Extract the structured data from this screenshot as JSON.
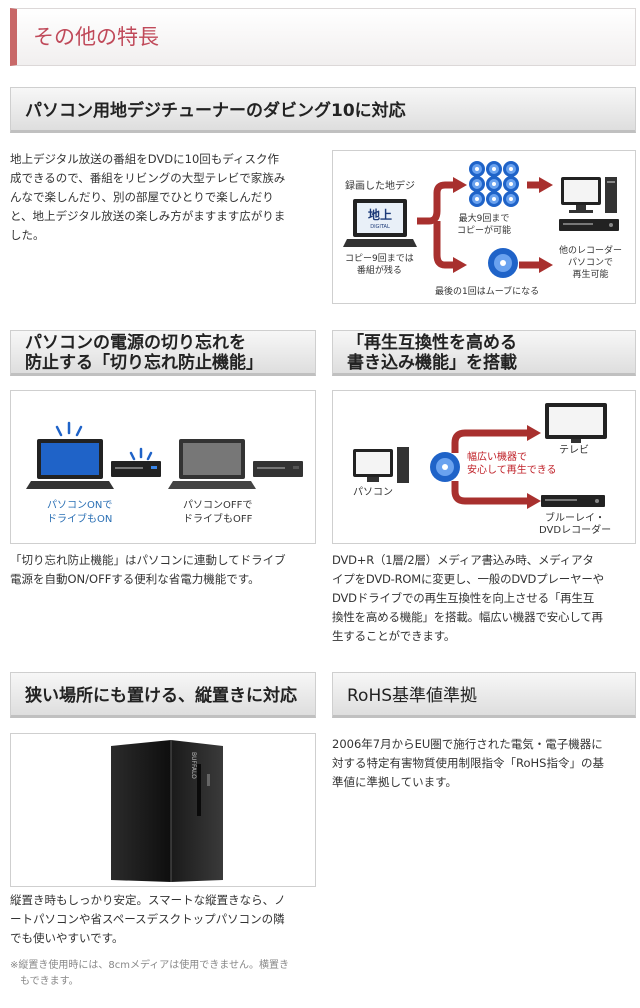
{
  "header": {
    "title": "その他の特長"
  },
  "sections": {
    "dubbing": {
      "heading": "パソコン用地デジチューナーのダビング10に対応",
      "body": [
        "地上デジタル放送の番組をDVDに10回もディスク作",
        "成できるので、番組をリビングの大型テレビで家族み",
        "んなで楽しんだり、別の部屋でひとりで楽しんだり",
        "と、地上デジタル放送の楽しみ方がますます広がりま",
        "した。"
      ],
      "diagram": {
        "recorded": "録画した地デジ",
        "copy_left": [
          "コピー9回までは",
          "番組が残る"
        ],
        "max_copy": [
          "最大9回まで",
          "コピーが可能"
        ],
        "other": [
          "他のレコーダー",
          "パソコンで",
          "再生可能"
        ],
        "last": "最後の1回はムーブになる",
        "screen_logo": "地上",
        "screen_sub": "DIGITAL"
      }
    },
    "power": {
      "heading": [
        "パソコンの電源の切り忘れを",
        "防止する「切り忘れ防止機能」"
      ],
      "body": [
        "「切り忘れ防止機能」はパソコンに連動してドライブ",
        "電源を自動ON/OFFする便利な省電力機能です。"
      ],
      "diagram": {
        "on_label": [
          "パソコンONで",
          "ドライブもON"
        ],
        "off_label": [
          "パソコンOFFで",
          "ドライブもOFF"
        ]
      }
    },
    "compat": {
      "heading": [
        "「再生互換性を高める",
        "書き込み機能」を搭載"
      ],
      "body": [
        "DVD+R（1層/2層）メディア書込み時、メディアタ",
        "イプをDVD-ROMに変更し、一般のDVDプレーヤーや",
        "DVDドライブでの再生互換性を向上させる「再生互",
        "換性を高める機能」を搭載。幅広い機器で安心して再",
        "生することができます。"
      ],
      "diagram": {
        "tv": "テレビ",
        "pc": "パソコン",
        "note": [
          "幅広い機器で",
          "安心して再生できる"
        ],
        "bluray": [
          "ブルーレイ・",
          "DVDレコーダー"
        ]
      }
    },
    "vertical": {
      "heading": "狭い場所にも置ける、縦置きに対応",
      "body": [
        "縦置き時もしっかり安定。スマートな縦置きなら、ノ",
        "ートパソコンや省スペースデスクトップパソコンの隣",
        "でも使いやすいです。"
      ],
      "note": [
        "※縦置き使用時には、8cmメディアは使用できません。横置き",
        "もできます。"
      ],
      "brand": "BUFFALO"
    },
    "rohs": {
      "heading": "RoHS基準値準拠",
      "body": [
        "2006年7月からEU圏で施行された電気・電子機器に",
        "対する特定有害物質使用制限指令「RoHS指令」の基",
        "準値に準拠しています。"
      ]
    }
  },
  "colors": {
    "accent": "#c04a5a",
    "arrow_red": "#a8302e",
    "blue": "#2a6fb4",
    "disc_blue": "#1f63c8"
  }
}
